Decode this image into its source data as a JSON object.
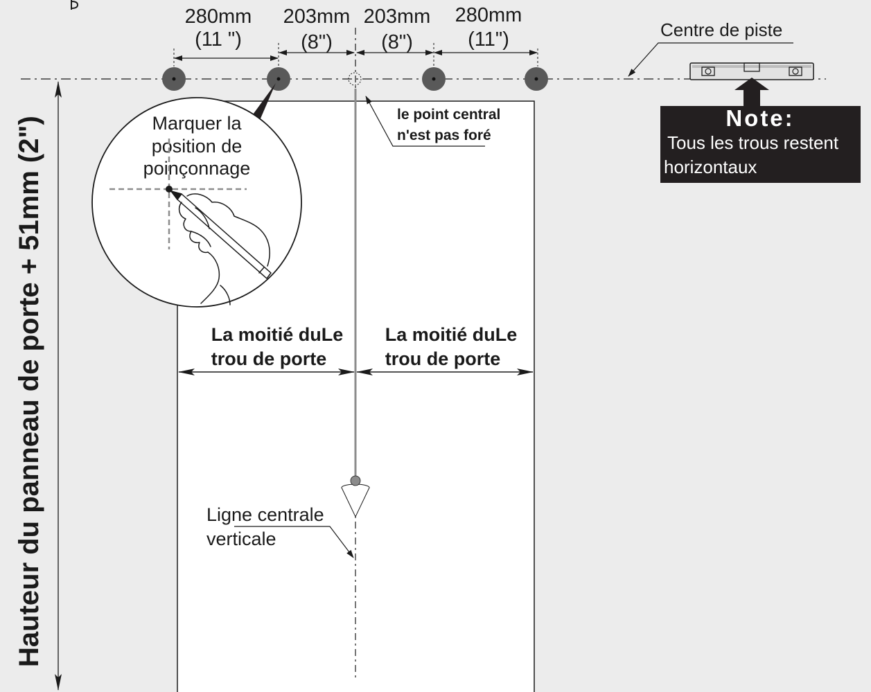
{
  "dimensions": {
    "d1": "280mm",
    "d1_in": "(11 \")",
    "d2": "203mm",
    "d2_in": "(8\")",
    "d3": "203mm",
    "d3_in": "(8\")",
    "d4": "280mm",
    "d4_in": "(11\")"
  },
  "track_center_label": "Centre de piste",
  "callout": {
    "line1": "Marquer la",
    "line2": "position de",
    "line3": "poinçonnage"
  },
  "center_point_note": {
    "line1": "le point central",
    "line2": "n'est pas foré"
  },
  "note_box": {
    "title": "Note:",
    "line1": " Tous les trous restent",
    "line2": "horizontaux"
  },
  "half_left": {
    "line1": "La moitié duLe",
    "line2": "trou de porte"
  },
  "half_right": {
    "line1": "La moitié duLe",
    "line2": "trou de porte"
  },
  "vertical_center": {
    "line1": "Ligne centrale",
    "line2": "verticale"
  },
  "height_label": "Hauteur du panneau de porte + 51mm (2\")",
  "colors": {
    "background": "#ececec",
    "hole": "#595959",
    "note_box": "#231f20",
    "line": "#1a1a1a"
  }
}
